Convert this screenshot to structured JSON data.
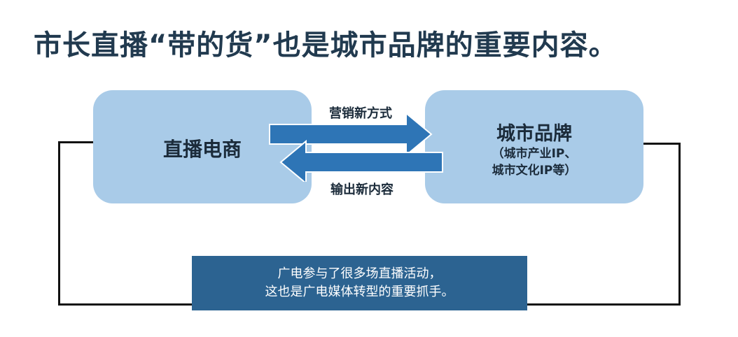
{
  "title": "市长直播“带的货”也是城市品牌的重要内容。",
  "diagram": {
    "left_box": {
      "label": "直播电商"
    },
    "right_box": {
      "label": "城市品牌",
      "sub_line1": "（城市产业IP、",
      "sub_line2": "城市文化IP等）"
    },
    "arrow_top": {
      "label": "营销新方式"
    },
    "arrow_bottom": {
      "label": "输出新内容"
    },
    "note": {
      "line1": "广电参与了很多场直播活动，",
      "line2": "这也是广电媒体转型的重要抓手。"
    },
    "colors": {
      "box_fill": "#a9cbe8",
      "arrow_fill": "#2e75b6",
      "note_fill": "#2c6391",
      "title_color": "#213a4f"
    }
  }
}
